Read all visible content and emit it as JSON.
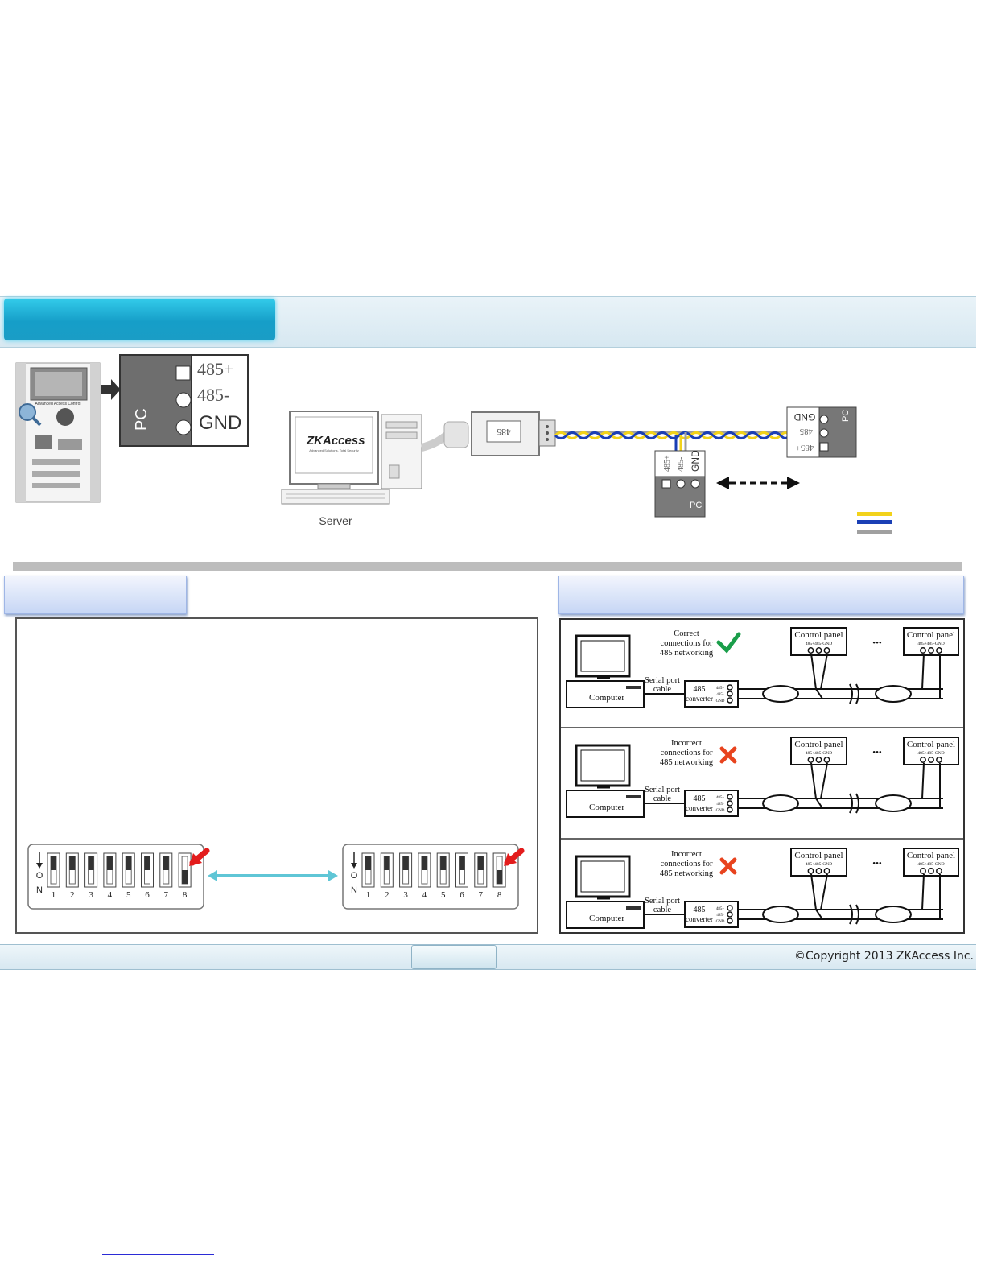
{
  "top": {
    "terminal_labels": [
      "485+",
      "485-",
      "GND"
    ],
    "pc_label": "PC",
    "board_label": "Advanced Access Control",
    "server_label": "Server",
    "logo_text": "ZKAccess",
    "logo_tagline": "Advanced Solutions, Total Security",
    "converter_label": "485",
    "panel_right_labels": [
      "GND",
      "485-",
      "485+",
      "PC"
    ],
    "panel_mid_labels": [
      "485+",
      "485-",
      "GND",
      "PC"
    ]
  },
  "dip": {
    "on_label": "ON",
    "numbers": [
      "1",
      "2",
      "3",
      "4",
      "5",
      "6",
      "7",
      "8"
    ]
  },
  "wiring": [
    {
      "caption": [
        "Correct",
        "connections for",
        "485 networking"
      ],
      "mark": "check-icon"
    },
    {
      "caption": [
        "Incorrect",
        "connections for",
        "485 networking"
      ],
      "mark": "cross-icon"
    },
    {
      "caption": [
        "Incorrect",
        "connections for",
        "485 networking"
      ],
      "mark": "cross-icon"
    }
  ],
  "wiring_labels": {
    "computer": "Computer",
    "serial_port": [
      "Serial port",
      "cable"
    ],
    "converter": [
      "485",
      "converter"
    ],
    "converter_pins": [
      "485+",
      "485-",
      "GND"
    ],
    "control_panel": "Control panel",
    "panel_pins": "485+485-GND",
    "ellipsis": "•••"
  },
  "colors": {
    "accent_tab": "#1aa3cc",
    "check": "#1a9e4a",
    "cross": "#e8431e",
    "wire_yellow": "#f2d21a",
    "wire_blue": "#1a3fb5",
    "wire_gray": "#a0a0a0"
  },
  "footer": {
    "copyright": "©Copyright 2013 ZKAccess Inc."
  }
}
